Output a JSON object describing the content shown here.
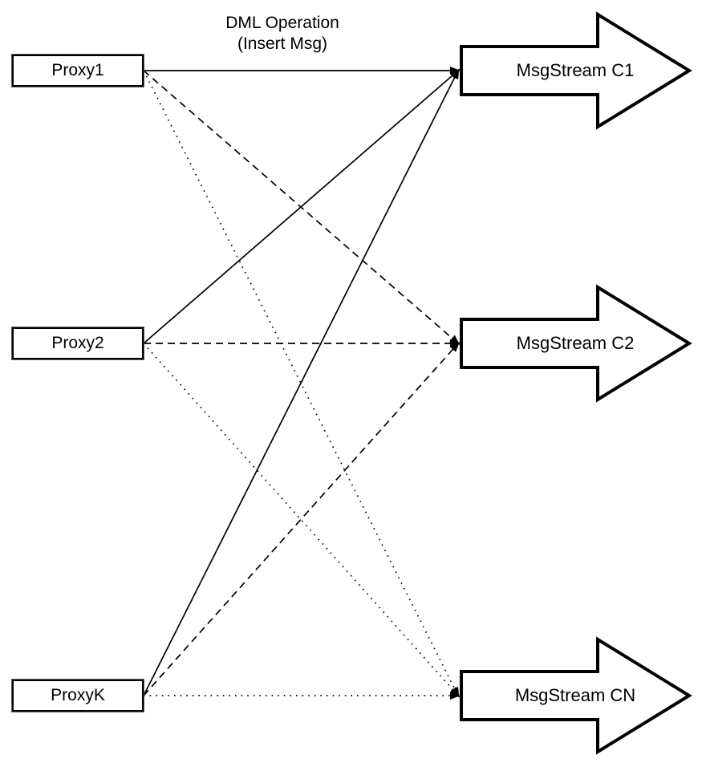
{
  "diagram": {
    "edge_label": {
      "line1": "DML Operation",
      "line2": "(Insert Msg)"
    },
    "proxies": [
      {
        "id": "proxy1",
        "label": "Proxy1"
      },
      {
        "id": "proxy2",
        "label": "Proxy2"
      },
      {
        "id": "proxyk",
        "label": "ProxyK"
      }
    ],
    "streams": [
      {
        "id": "c1",
        "label": "MsgStream C1"
      },
      {
        "id": "c2",
        "label": "MsgStream C2"
      },
      {
        "id": "cn",
        "label": "MsgStream CN"
      }
    ],
    "edges": [
      {
        "from": "proxy1",
        "to": "c1",
        "style": "solid"
      },
      {
        "from": "proxy2",
        "to": "c1",
        "style": "solid"
      },
      {
        "from": "proxyk",
        "to": "c1",
        "style": "solid"
      },
      {
        "from": "proxy1",
        "to": "c2",
        "style": "dashed"
      },
      {
        "from": "proxy2",
        "to": "c2",
        "style": "dashed"
      },
      {
        "from": "proxyk",
        "to": "c2",
        "style": "dashed"
      },
      {
        "from": "proxy1",
        "to": "cn",
        "style": "dotted"
      },
      {
        "from": "proxy2",
        "to": "cn",
        "style": "dotted"
      },
      {
        "from": "proxyk",
        "to": "cn",
        "style": "dotted"
      }
    ],
    "colors": {
      "stroke": "#000000",
      "fill": "#ffffff"
    }
  }
}
